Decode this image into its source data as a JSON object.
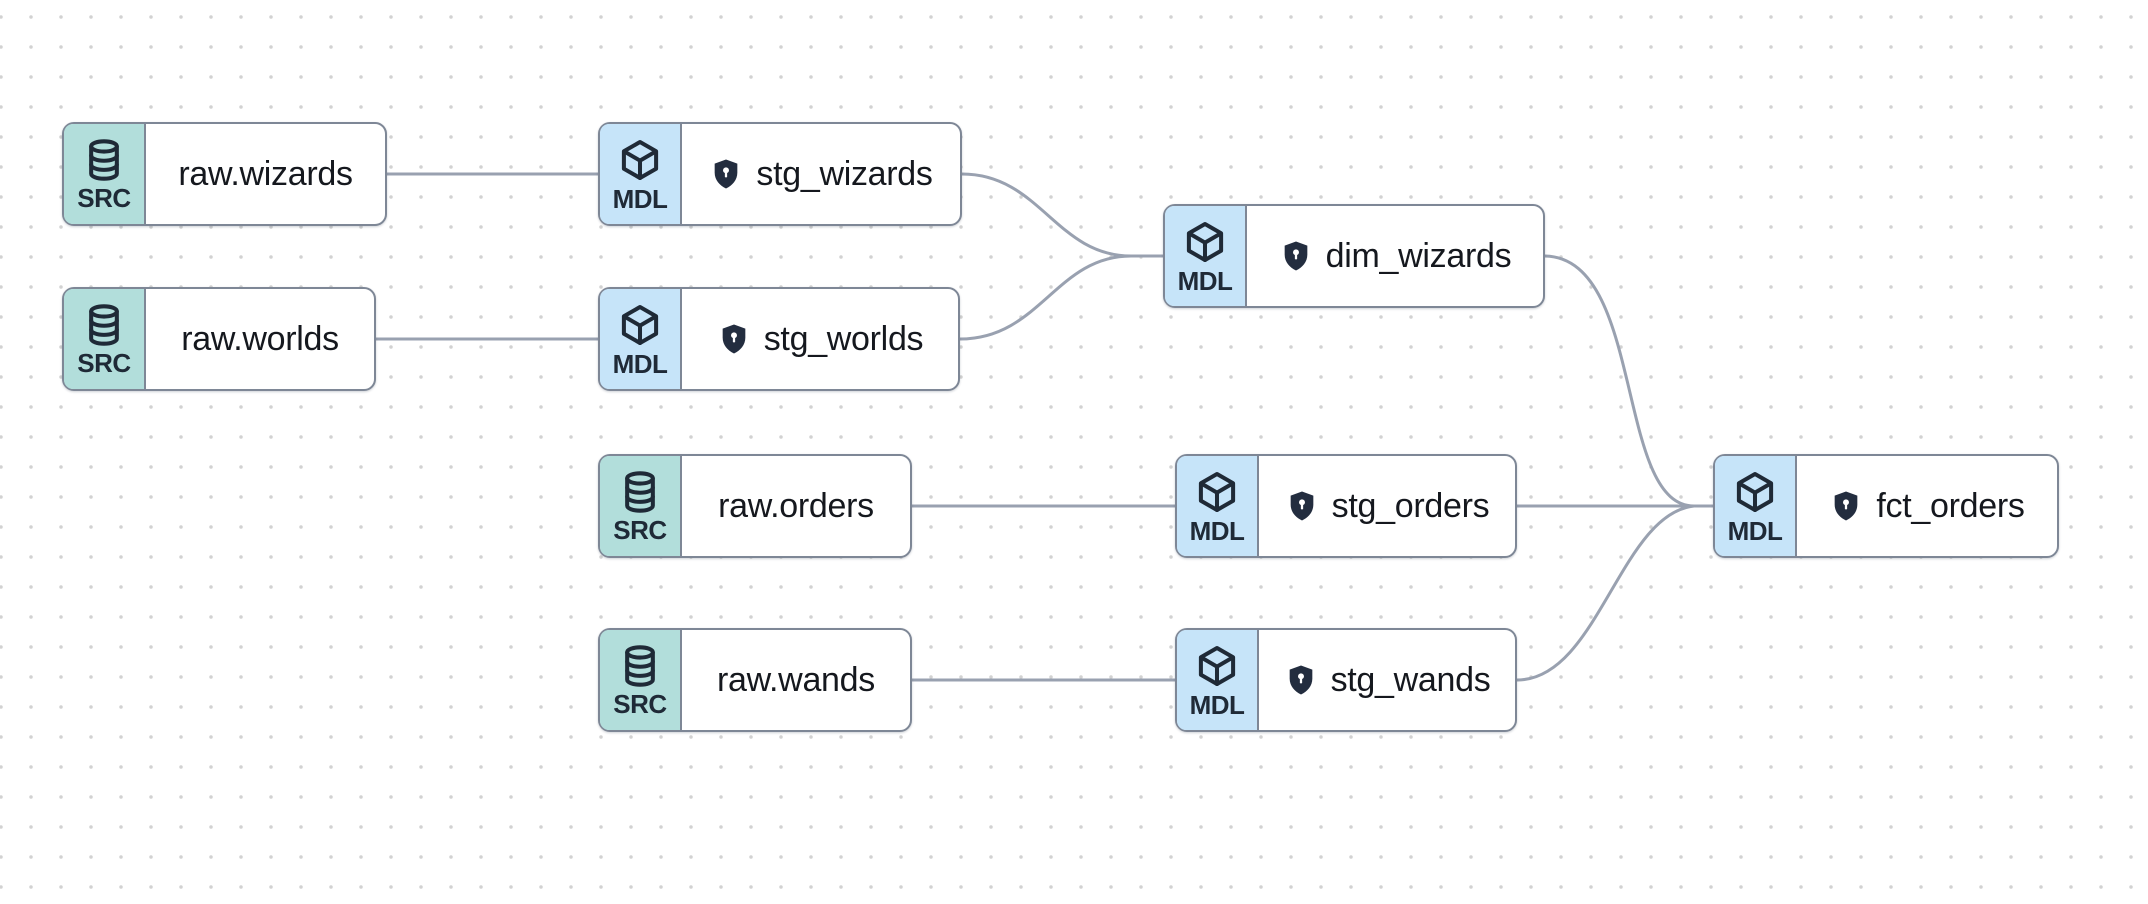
{
  "canvas": {
    "background": "#ffffff",
    "dot_color": "#d2d2d2",
    "edge_color": "#99a1b0",
    "node_border_color": "#7e8796",
    "src_badge_color": "#b2dedb",
    "mdl_badge_color": "#c6e4f9",
    "badge_text_color": "#1f2a37",
    "title_color": "#15181e",
    "shield_color": "#232d3f"
  },
  "nodes": [
    {
      "id": "raw_wizards",
      "type": "source",
      "badge": "SRC",
      "badge_icon": "database-icon",
      "title": "raw.wizards",
      "protected": false
    },
    {
      "id": "stg_wizards",
      "type": "model",
      "badge": "MDL",
      "badge_icon": "cube-icon",
      "title": "stg_wizards",
      "protected": true
    },
    {
      "id": "raw_worlds",
      "type": "source",
      "badge": "SRC",
      "badge_icon": "database-icon",
      "title": "raw.worlds",
      "protected": false
    },
    {
      "id": "stg_worlds",
      "type": "model",
      "badge": "MDL",
      "badge_icon": "cube-icon",
      "title": "stg_worlds",
      "protected": true
    },
    {
      "id": "dim_wizards",
      "type": "model",
      "badge": "MDL",
      "badge_icon": "cube-icon",
      "title": "dim_wizards",
      "protected": true
    },
    {
      "id": "raw_orders",
      "type": "source",
      "badge": "SRC",
      "badge_icon": "database-icon",
      "title": "raw.orders",
      "protected": false
    },
    {
      "id": "stg_orders",
      "type": "model",
      "badge": "MDL",
      "badge_icon": "cube-icon",
      "title": "stg_orders",
      "protected": true
    },
    {
      "id": "fct_orders",
      "type": "model",
      "badge": "MDL",
      "badge_icon": "cube-icon",
      "title": "fct_orders",
      "protected": true
    },
    {
      "id": "raw_wands",
      "type": "source",
      "badge": "SRC",
      "badge_icon": "database-icon",
      "title": "raw.wands",
      "protected": false
    },
    {
      "id": "stg_wands",
      "type": "model",
      "badge": "MDL",
      "badge_icon": "cube-icon",
      "title": "stg_wands",
      "protected": true
    }
  ],
  "edges": [
    {
      "from": "raw_wizards",
      "to": "stg_wizards"
    },
    {
      "from": "raw_worlds",
      "to": "stg_worlds"
    },
    {
      "from": "stg_wizards",
      "to": "dim_wizards"
    },
    {
      "from": "stg_worlds",
      "to": "dim_wizards"
    },
    {
      "from": "dim_wizards",
      "to": "fct_orders"
    },
    {
      "from": "raw_orders",
      "to": "stg_orders"
    },
    {
      "from": "stg_orders",
      "to": "fct_orders"
    },
    {
      "from": "raw_wands",
      "to": "stg_wands"
    },
    {
      "from": "stg_wands",
      "to": "fct_orders"
    }
  ]
}
